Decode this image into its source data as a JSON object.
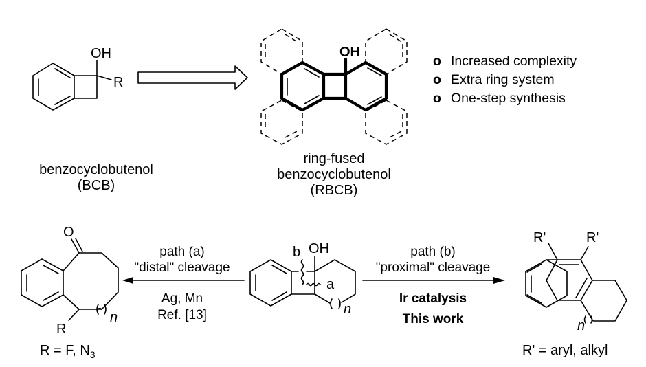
{
  "top": {
    "bcb": {
      "oh_label": "OH",
      "r_label": "R",
      "caption_line1": "benzocyclobutenol",
      "caption_line2": "(BCB)"
    },
    "rbcb": {
      "oh_label": "OH",
      "caption_line1": "ring-fused",
      "caption_line2": "benzocyclobutenol",
      "caption_line3": "(RBCB)"
    },
    "bullets": [
      {
        "mark": "o",
        "text": "Increased complexity"
      },
      {
        "mark": "o",
        "text": "Extra ring system"
      },
      {
        "mark": "o",
        "text": "One-step synthesis"
      }
    ]
  },
  "bottom": {
    "left_product": {
      "o_label": "O",
      "r_label": "R",
      "n_label": "n",
      "caption_prefix": "R = F, N",
      "caption_sub": "3"
    },
    "path_a": {
      "line1": "path (a)",
      "line2": "\"distal\" cleavage",
      "line3": "Ag, Mn",
      "line4": "Ref. [13]"
    },
    "center_substrate": {
      "oh_label": "OH",
      "b_label": "b",
      "a_label": "a",
      "n_label": "n"
    },
    "path_b": {
      "line1": "path (b)",
      "line2": "\"proximal\" cleavage",
      "line3": "Ir catalysis",
      "line4": "This work"
    },
    "right_product": {
      "r1_label": "R'",
      "r2_label": "R'",
      "n_label": "n",
      "caption": "R' = aryl, alkyl"
    }
  }
}
